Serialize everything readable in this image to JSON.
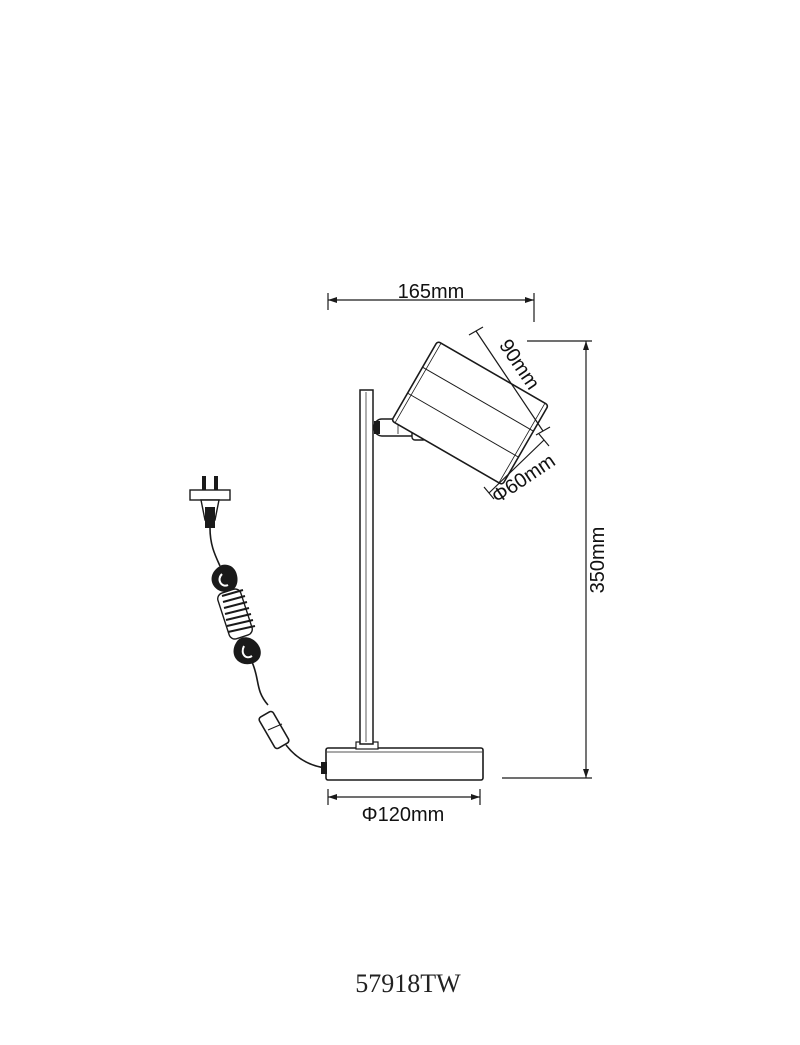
{
  "drawing": {
    "dimensions": {
      "width": "165mm",
      "head_length": "90mm",
      "head_diameter": "Φ60mm",
      "height": "350mm",
      "base_diameter": "Φ120mm"
    },
    "model_number": "57918TW"
  }
}
